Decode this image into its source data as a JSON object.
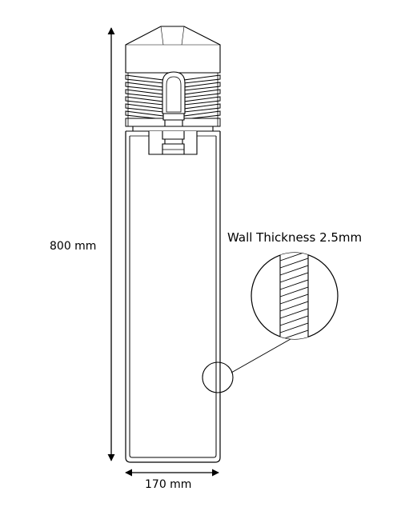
{
  "labels": {
    "height": "800 mm",
    "width": "170 mm",
    "wall_thickness": "Wall Thickness 2.5mm"
  },
  "colors": {
    "line": "#000000",
    "background": "#ffffff"
  }
}
